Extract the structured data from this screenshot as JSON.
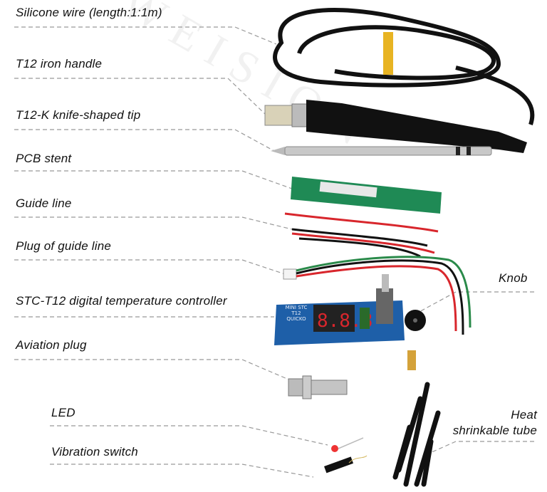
{
  "labels": {
    "silicone_wire": "Silicone wire (length:1:1m)",
    "iron_handle": "T12 iron handle",
    "tip": "T12-K knife-shaped tip",
    "pcb_stent": "PCB stent",
    "guide_line": "Guide line",
    "plug_guide_line": "Plug of guide line",
    "controller": "STC-T12 digital temperature controller",
    "knob": "Knob",
    "aviation_plug": "Aviation plug",
    "led": "LED",
    "heat_tube_line1": "Heat",
    "heat_tube_line2": "shrinkable tube",
    "vibration_switch": "Vibration switch"
  },
  "watermark": "WEISION",
  "board_text": "MINI STC T12 QUICKO",
  "colors": {
    "board": "#1e5fa8",
    "display": "#d8262c",
    "wire_red": "#d8262c",
    "wire_green": "#2a8a4a",
    "leader": "#999999"
  }
}
